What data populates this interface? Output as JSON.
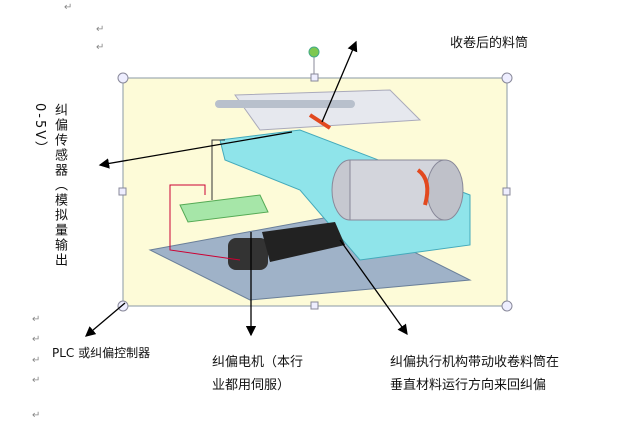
{
  "labels": {
    "roll": "收卷后的料筒",
    "sensor_line1": "纠偏传感器（模拟量输出",
    "sensor_line2": "0-5V）",
    "plc": "PLC 或纠偏控制器",
    "motor_line1": "纠偏电机（本行",
    "motor_line2": "业都用伺服）",
    "actuator_line1": "纠偏执行机构带动收卷料筒在",
    "actuator_line2": "垂直材料运行方向来回纠偏"
  },
  "paragraph_mark": "↵",
  "colors": {
    "image_bg": "#fdfbd8",
    "frame": "#8a9aa6",
    "handle": "#7ec850"
  }
}
